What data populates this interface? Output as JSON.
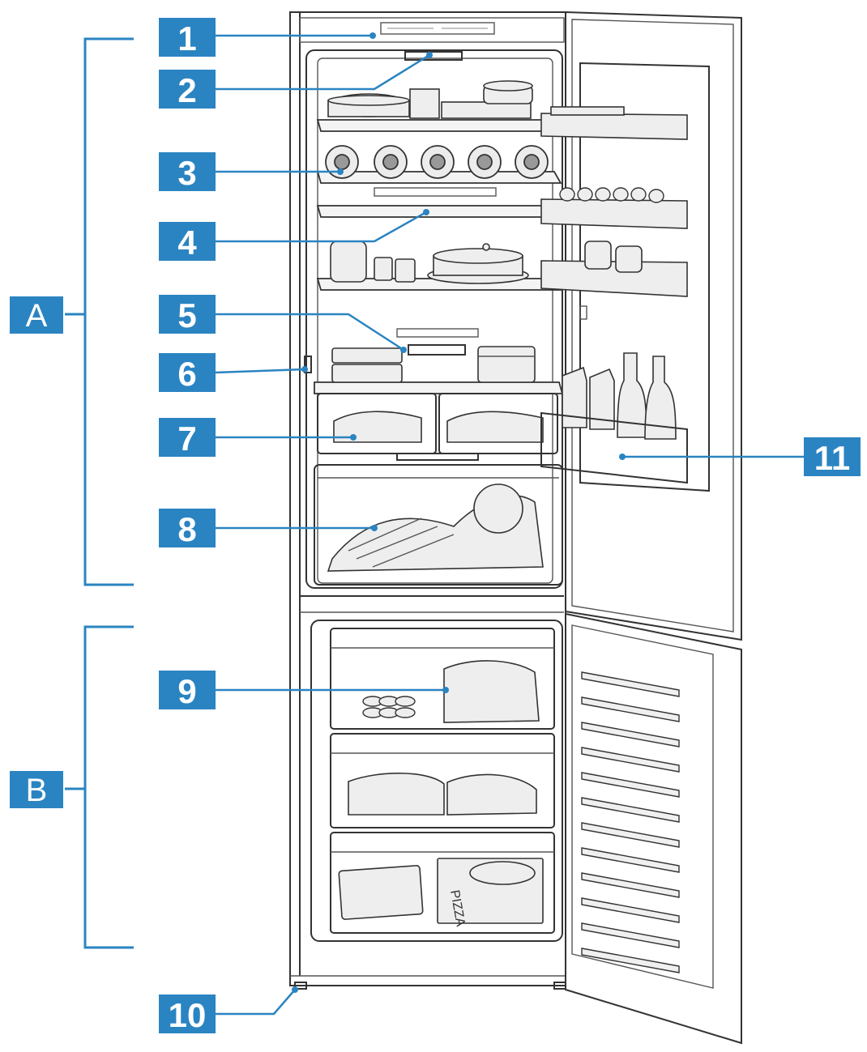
{
  "colors": {
    "callout_bg": "#2b84c2",
    "leader_line": "#2b84c2",
    "bracket_line": "#2b84c2",
    "outline": "#333333"
  },
  "sections": [
    {
      "id": "A",
      "label": "A"
    },
    {
      "id": "B",
      "label": "B"
    }
  ],
  "callouts": [
    {
      "id": "1",
      "label": "1"
    },
    {
      "id": "2",
      "label": "2"
    },
    {
      "id": "3",
      "label": "3"
    },
    {
      "id": "4",
      "label": "4"
    },
    {
      "id": "5",
      "label": "5"
    },
    {
      "id": "6",
      "label": "6"
    },
    {
      "id": "7",
      "label": "7"
    },
    {
      "id": "8",
      "label": "8"
    },
    {
      "id": "9",
      "label": "9"
    },
    {
      "id": "10",
      "label": "10"
    },
    {
      "id": "11",
      "label": "11"
    }
  ],
  "pizza_box_text": "PIZZA"
}
